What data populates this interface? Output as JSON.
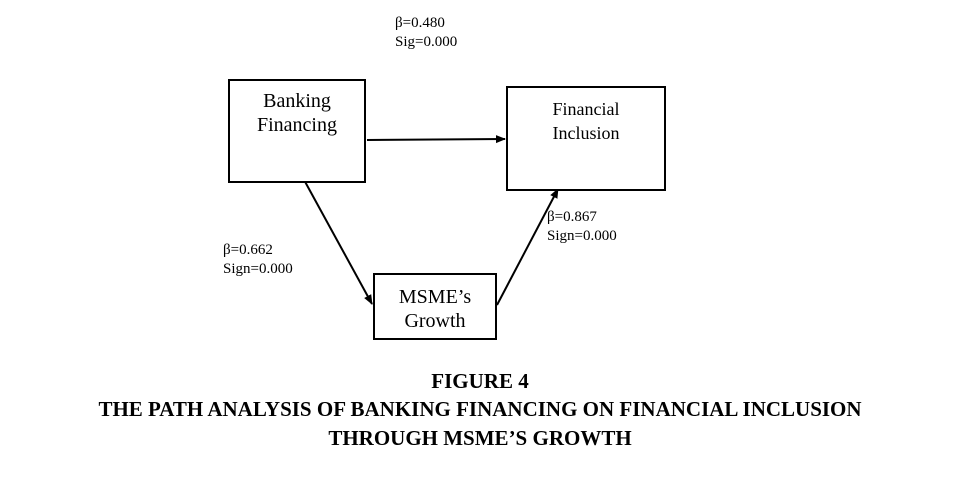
{
  "nodes": {
    "banking_financing": {
      "lines": [
        "Banking",
        "Financing"
      ]
    },
    "financial_inclusion": {
      "lines": [
        "Financial",
        "Inclusion"
      ]
    },
    "msme_growth": {
      "lines": [
        "MSME’s",
        "Growth"
      ]
    }
  },
  "paths": {
    "banking_to_financial": {
      "beta": "β=0.480",
      "sig": "Sig=0.000"
    },
    "banking_to_msme": {
      "beta": "β=0.662",
      "sig": "Sign=0.000"
    },
    "msme_to_financial": {
      "beta": "β=0.867",
      "sig": "Sign=0.000"
    }
  },
  "caption": {
    "figure_number": "FIGURE 4",
    "line1": "THE PATH ANALYSIS OF BANKING FINANCING ON FINANCIAL INCLUSION",
    "line2": "THROUGH MSME’S GROWTH"
  },
  "colors": {
    "stroke": "#000000",
    "background": "#ffffff"
  }
}
